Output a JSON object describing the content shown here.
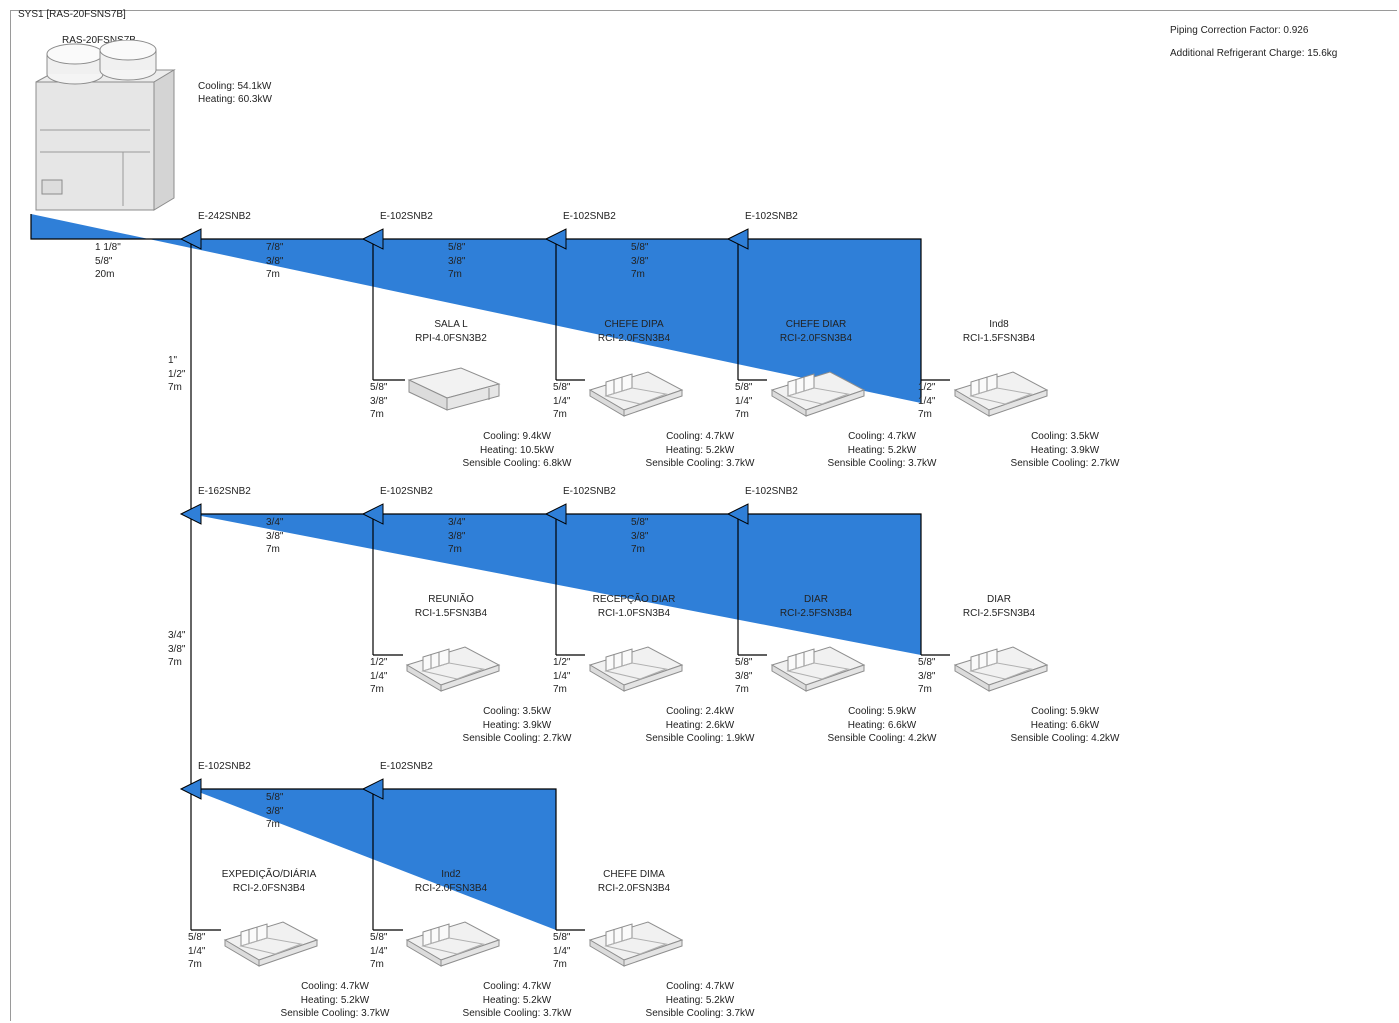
{
  "system": {
    "title": "SYS1 [RAS-20FSNS7B]",
    "outdoor_model": "RAS-20FSNS7B",
    "cooling": "Cooling: 54.1kW",
    "heating": "Heating: 60.3kW"
  },
  "info": {
    "correction": "Piping Correction Factor: 0.926",
    "charge": "Additional Refrigerant Charge: 15.6kg"
  },
  "colors": {
    "line": "#000000",
    "branch": "#2f7fd8"
  },
  "branches": [
    {
      "name": "E-242SNB2"
    },
    {
      "name": "E-102SNB2"
    },
    {
      "name": "E-102SNB2"
    },
    {
      "name": "E-102SNB2"
    },
    {
      "name": "E-162SNB2"
    },
    {
      "name": "E-102SNB2"
    },
    {
      "name": "E-102SNB2"
    },
    {
      "name": "E-102SNB2"
    },
    {
      "name": "E-102SNB2"
    },
    {
      "name": "E-102SNB2"
    }
  ],
  "pipes": [
    {
      "l1": "1 1/8\"",
      "l2": "5/8\"",
      "l3": "20m"
    },
    {
      "l1": "7/8\"",
      "l2": "3/8\"",
      "l3": "7m"
    },
    {
      "l1": "5/8\"",
      "l2": "3/8\"",
      "l3": "7m"
    },
    {
      "l1": "5/8\"",
      "l2": "3/8\"",
      "l3": "7m"
    },
    {
      "l1": "1\"",
      "l2": "1/2\"",
      "l3": "7m"
    },
    {
      "l1": "3/4\"",
      "l2": "3/8\"",
      "l3": "7m"
    },
    {
      "l1": "3/4\"",
      "l2": "3/8\"",
      "l3": "7m"
    },
    {
      "l1": "5/8\"",
      "l2": "3/8\"",
      "l3": "7m"
    },
    {
      "l1": "3/4\"",
      "l2": "3/8\"",
      "l3": "7m"
    },
    {
      "l1": "5/8\"",
      "l2": "3/8\"",
      "l3": "7m"
    }
  ],
  "units": [
    {
      "name": "SALA L",
      "model": "RPI-4.0FSN3B2",
      "p1": "5/8\"",
      "p2": "3/8\"",
      "p3": "7m",
      "cooling": "Cooling: 9.4kW",
      "heating": "Heating: 10.5kW",
      "sensible": "Sensible Cooling: 6.8kW"
    },
    {
      "name": "CHEFE DIPA",
      "model": "RCI-2.0FSN3B4",
      "p1": "5/8\"",
      "p2": "1/4\"",
      "p3": "7m",
      "cooling": "Cooling: 4.7kW",
      "heating": "Heating: 5.2kW",
      "sensible": "Sensible Cooling: 3.7kW"
    },
    {
      "name": "CHEFE DIAR",
      "model": "RCI-2.0FSN3B4",
      "p1": "5/8\"",
      "p2": "1/4\"",
      "p3": "7m",
      "cooling": "Cooling: 4.7kW",
      "heating": "Heating: 5.2kW",
      "sensible": "Sensible Cooling: 3.7kW"
    },
    {
      "name": "Ind8",
      "model": "RCI-1.5FSN3B4",
      "p1": "1/2\"",
      "p2": "1/4\"",
      "p3": "7m",
      "cooling": "Cooling: 3.5kW",
      "heating": "Heating: 3.9kW",
      "sensible": "Sensible Cooling: 2.7kW"
    },
    {
      "name": "REUNIÃO",
      "model": "RCI-1.5FSN3B4",
      "p1": "1/2\"",
      "p2": "1/4\"",
      "p3": "7m",
      "cooling": "Cooling: 3.5kW",
      "heating": "Heating: 3.9kW",
      "sensible": "Sensible Cooling: 2.7kW"
    },
    {
      "name": "RECEPÇÃO DIAR",
      "model": "RCI-1.0FSN3B4",
      "p1": "1/2\"",
      "p2": "1/4\"",
      "p3": "7m",
      "cooling": "Cooling: 2.4kW",
      "heating": "Heating: 2.6kW",
      "sensible": "Sensible Cooling: 1.9kW"
    },
    {
      "name": "DIAR",
      "model": "RCI-2.5FSN3B4",
      "p1": "5/8\"",
      "p2": "3/8\"",
      "p3": "7m",
      "cooling": "Cooling: 5.9kW",
      "heating": "Heating: 6.6kW",
      "sensible": "Sensible Cooling: 4.2kW"
    },
    {
      "name": "DIAR",
      "model": "RCI-2.5FSN3B4",
      "p1": "5/8\"",
      "p2": "3/8\"",
      "p3": "7m",
      "cooling": "Cooling: 5.9kW",
      "heating": "Heating: 6.6kW",
      "sensible": "Sensible Cooling: 4.2kW"
    },
    {
      "name": "EXPEDIÇÃO/DIÁRIA",
      "model": "RCI-2.0FSN3B4",
      "p1": "5/8\"",
      "p2": "1/4\"",
      "p3": "7m",
      "cooling": "Cooling: 4.7kW",
      "heating": "Heating: 5.2kW",
      "sensible": "Sensible Cooling: 3.7kW"
    },
    {
      "name": "Ind2",
      "model": "RCI-2.0FSN3B4",
      "p1": "5/8\"",
      "p2": "1/4\"",
      "p3": "7m",
      "cooling": "Cooling: 4.7kW",
      "heating": "Heating: 5.2kW",
      "sensible": "Sensible Cooling: 3.7kW"
    },
    {
      "name": "CHEFE DIMA",
      "model": "RCI-2.0FSN3B4",
      "p1": "5/8\"",
      "p2": "1/4\"",
      "p3": "7m",
      "cooling": "Cooling: 4.7kW",
      "heating": "Heating: 5.2kW",
      "sensible": "Sensible Cooling: 3.7kW"
    }
  ]
}
